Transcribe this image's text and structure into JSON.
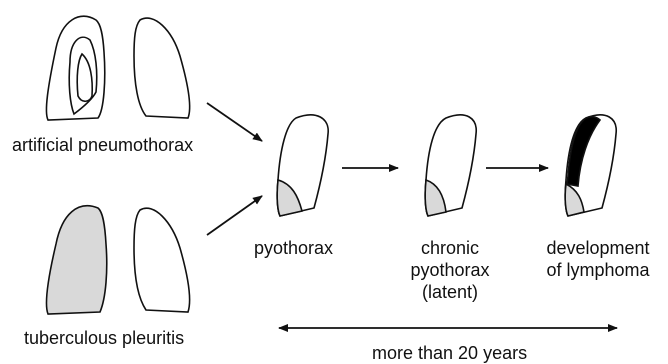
{
  "labels": {
    "artificial_pneumothorax": "artificial pneumothorax",
    "tuberculous_pleuritis": "tuberculous pleuritis",
    "pyothorax": "pyothorax",
    "chronic_pyothorax_line1": "chronic",
    "chronic_pyothorax_line2": "pyothorax",
    "chronic_pyothorax_line3": "(latent)",
    "development_line1": "development",
    "development_line2": "of lymphoma",
    "timespan": "more than 20 years"
  },
  "colors": {
    "stroke": "#111111",
    "effusion_fill": "#d9d9d9",
    "lymphoma_fill": "#000000"
  }
}
